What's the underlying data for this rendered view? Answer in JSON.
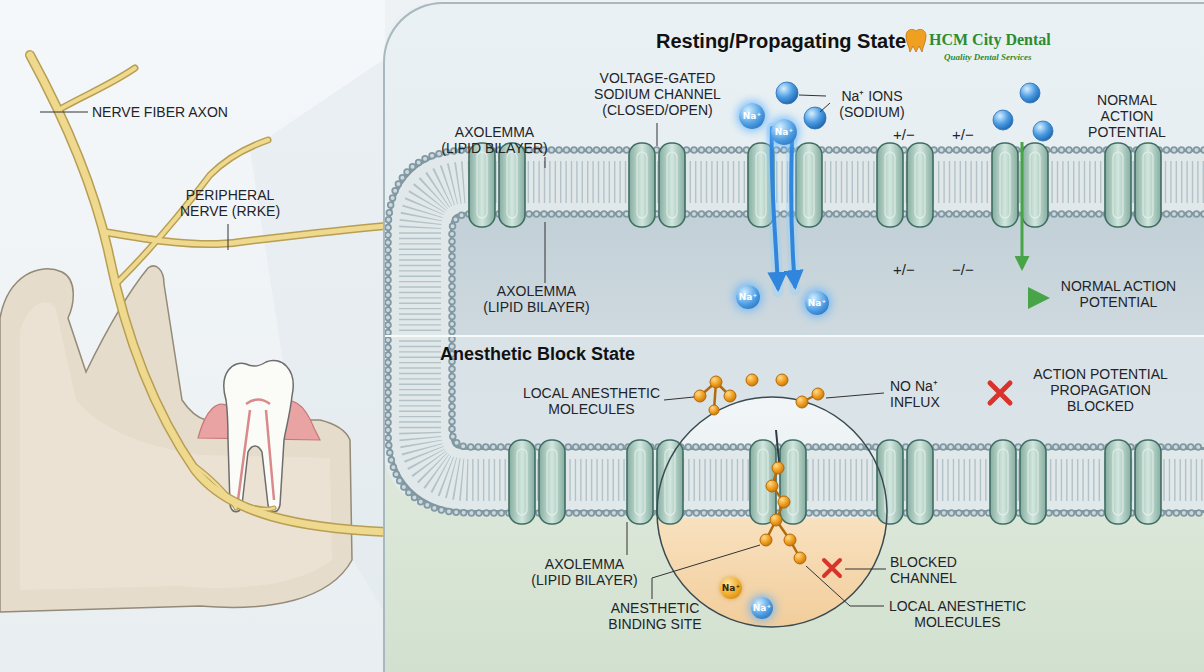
{
  "diagram": {
    "nodes": [
      {
        "text": [
          "Resting/Propagating State"
        ]
      },
      {
        "text": [
          "Na⁺"
        ],
        "in": 0
      },
      {
        "text": [
          "Na⁺"
        ],
        "in": 0
      },
      {
        "text": [
          "Na⁺"
        ],
        "in": 0
      },
      {
        "text": [
          "Na⁺"
        ],
        "in": 0
      },
      {
        "text": [
          "Anesthetic Block State"
        ],
        "in": 0
      },
      {
        "text": [
          "Na⁺"
        ],
        "in": 5
      },
      {
        "text": [
          "Na⁺"
        ],
        "in": 5
      }
    ],
    "labels": [
      "NERVE FIBER AXON",
      "PERIPHERAL NERVE (RRKE)",
      "HCM City Dental",
      "Quality Dental Services",
      "VOLTAGE-GATED SODIUM CHANNEL (CLOSED/OPEN)",
      "Na⁺ IONS (SODIUM)",
      "NORMAL ACTION POTENTIAL",
      "AXOLEMMA (LIPID BILAYER)",
      "+/−",
      "+/−",
      "AXOLEMMA (LIPID BILAYER)",
      "+/−",
      "−/−",
      "NORMAL ACTION POTENTIAL",
      "LOCAL ANESTHETIC MOLECULES",
      "NO Na⁺ INFLUX",
      "ACTION POTENTIAL PROPAGATION BLOCKED",
      "AXOLEMMA (LIPID BILAYER)",
      "ANESTHETIC BINDING SITE",
      "BLOCKED CHANNEL",
      "LOCAL ANESTHETIC MOLECULES"
    ]
  }
}
